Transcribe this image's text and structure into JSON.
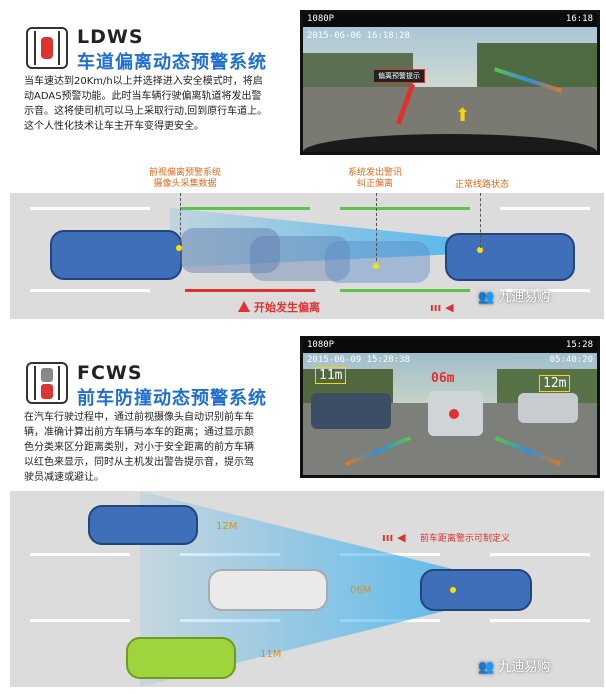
{
  "ldws": {
    "title_en": "LDWS",
    "title_cn": "车道偏离动态预警系统",
    "desc": [
      "当车速达到20Km/h以上并选择进入安全模式时，将启",
      "动ADAS预警功能。此时当车辆行驶偏离轨道将发出警",
      "示音。这将使司机可以马上采取行动,回到原行车道上。",
      "这个人性化技术让车主开车变得更安全。"
    ],
    "camera": {
      "res": "1080P",
      "time": "16:18",
      "datetime": "2015-06-06  16:18:28",
      "tag": "偏离预警提示"
    },
    "callouts": {
      "left": [
        "前视偏离预警系统",
        "摄像头采集数据"
      ],
      "mid": [
        "系统发出警讯",
        "纠正偏离"
      ],
      "right": "正常线路状态"
    },
    "warning": "开始发生偏离"
  },
  "fcws": {
    "title_en": "FCWS",
    "title_cn": "前车防撞动态预警系统",
    "desc": [
      "在汽车行驶过程中，通过前视摄像头自动识别前车车",
      "辆，准确计算出前方车辆与本车的距离；通过显示颜",
      "色分类来区分距离类别，对小于安全距离的前方车辆",
      "以红色来显示，同时从主机发出警告提示音，提示驾",
      "驶员减速或避让。"
    ],
    "camera": {
      "res": "1080P",
      "time": "15:28",
      "datetime": "2015-06-09  15:28:38",
      "sub_time": "05:40:20",
      "d_left": "11m",
      "d_mid": "06m",
      "d_right": "12m"
    },
    "note": "前车距离警示可制定义",
    "distances": {
      "top": "12M",
      "mid": "06M",
      "bottom": "11M"
    }
  },
  "watermark": "九迪易购",
  "colors": {
    "accent": "#1f6fd1",
    "orange": "#e0681c",
    "warn_red": "#e03030",
    "lane_green": "#5fc24a"
  }
}
